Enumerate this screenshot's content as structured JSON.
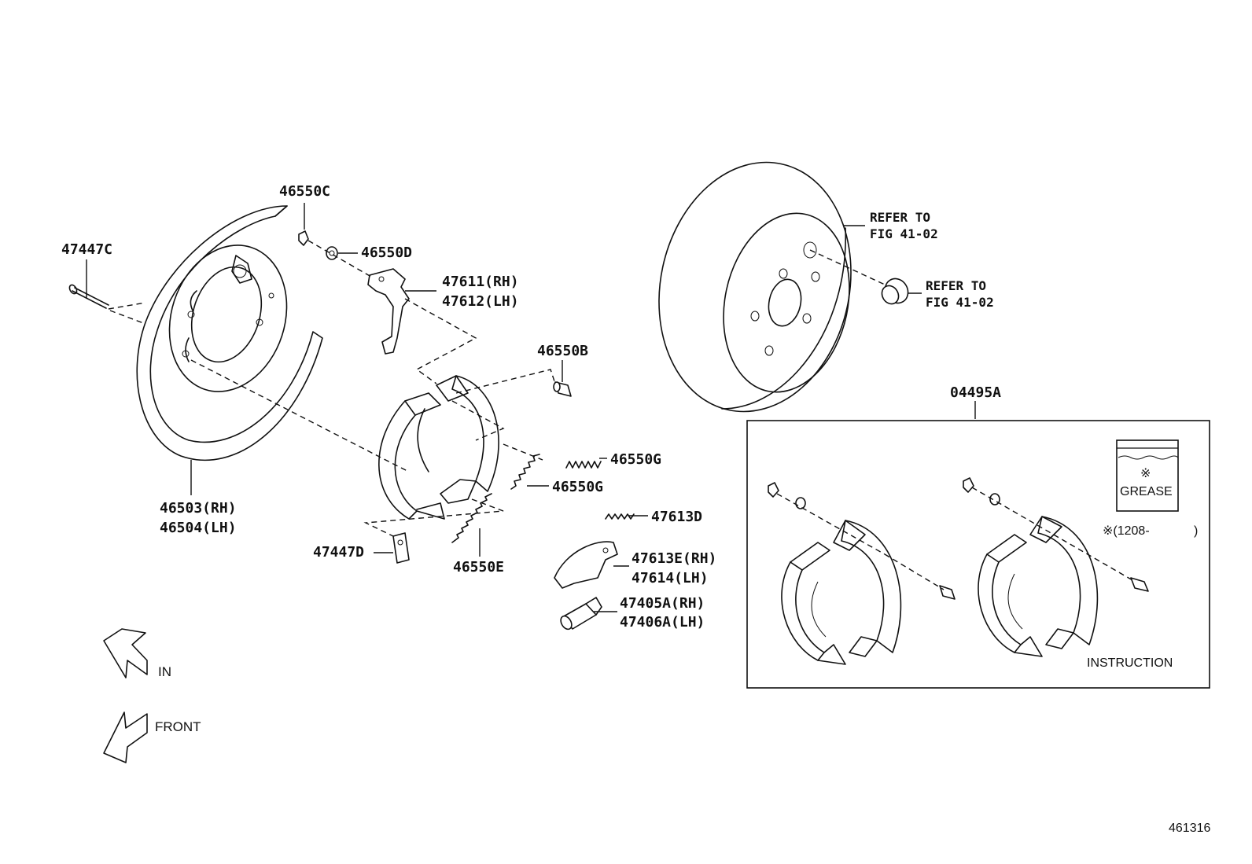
{
  "labels": {
    "p46550C": "46550C",
    "p47447C": "47447C",
    "p46550D": "46550D",
    "p47611": "47611(RH)",
    "p47612": "47612(LH)",
    "p46550B": "46550B",
    "p46550G_a": "46550G",
    "p46550G_b": "46550G",
    "p46503": "46503(RH)",
    "p46504": "46504(LH)",
    "p47447D": "47447D",
    "p46550E": "46550E",
    "p47613D": "47613D",
    "p47613E": "47613E(RH)",
    "p47614": "47614(LH)",
    "p47405A": "47405A(RH)",
    "p47406A": "47406A(LH)",
    "refer1_a": "REFER TO",
    "refer1_b": "FIG 41-02",
    "refer2_a": "REFER TO",
    "refer2_b": "FIG 41-02",
    "kit": "04495A",
    "grease_mark": "※",
    "grease": "GREASE",
    "date_note": "※(1208-",
    "date_close": ")",
    "instruction": "INSTRUCTION",
    "arrow_in": "IN",
    "arrow_front": "FRONT",
    "figure_no": "461316"
  }
}
